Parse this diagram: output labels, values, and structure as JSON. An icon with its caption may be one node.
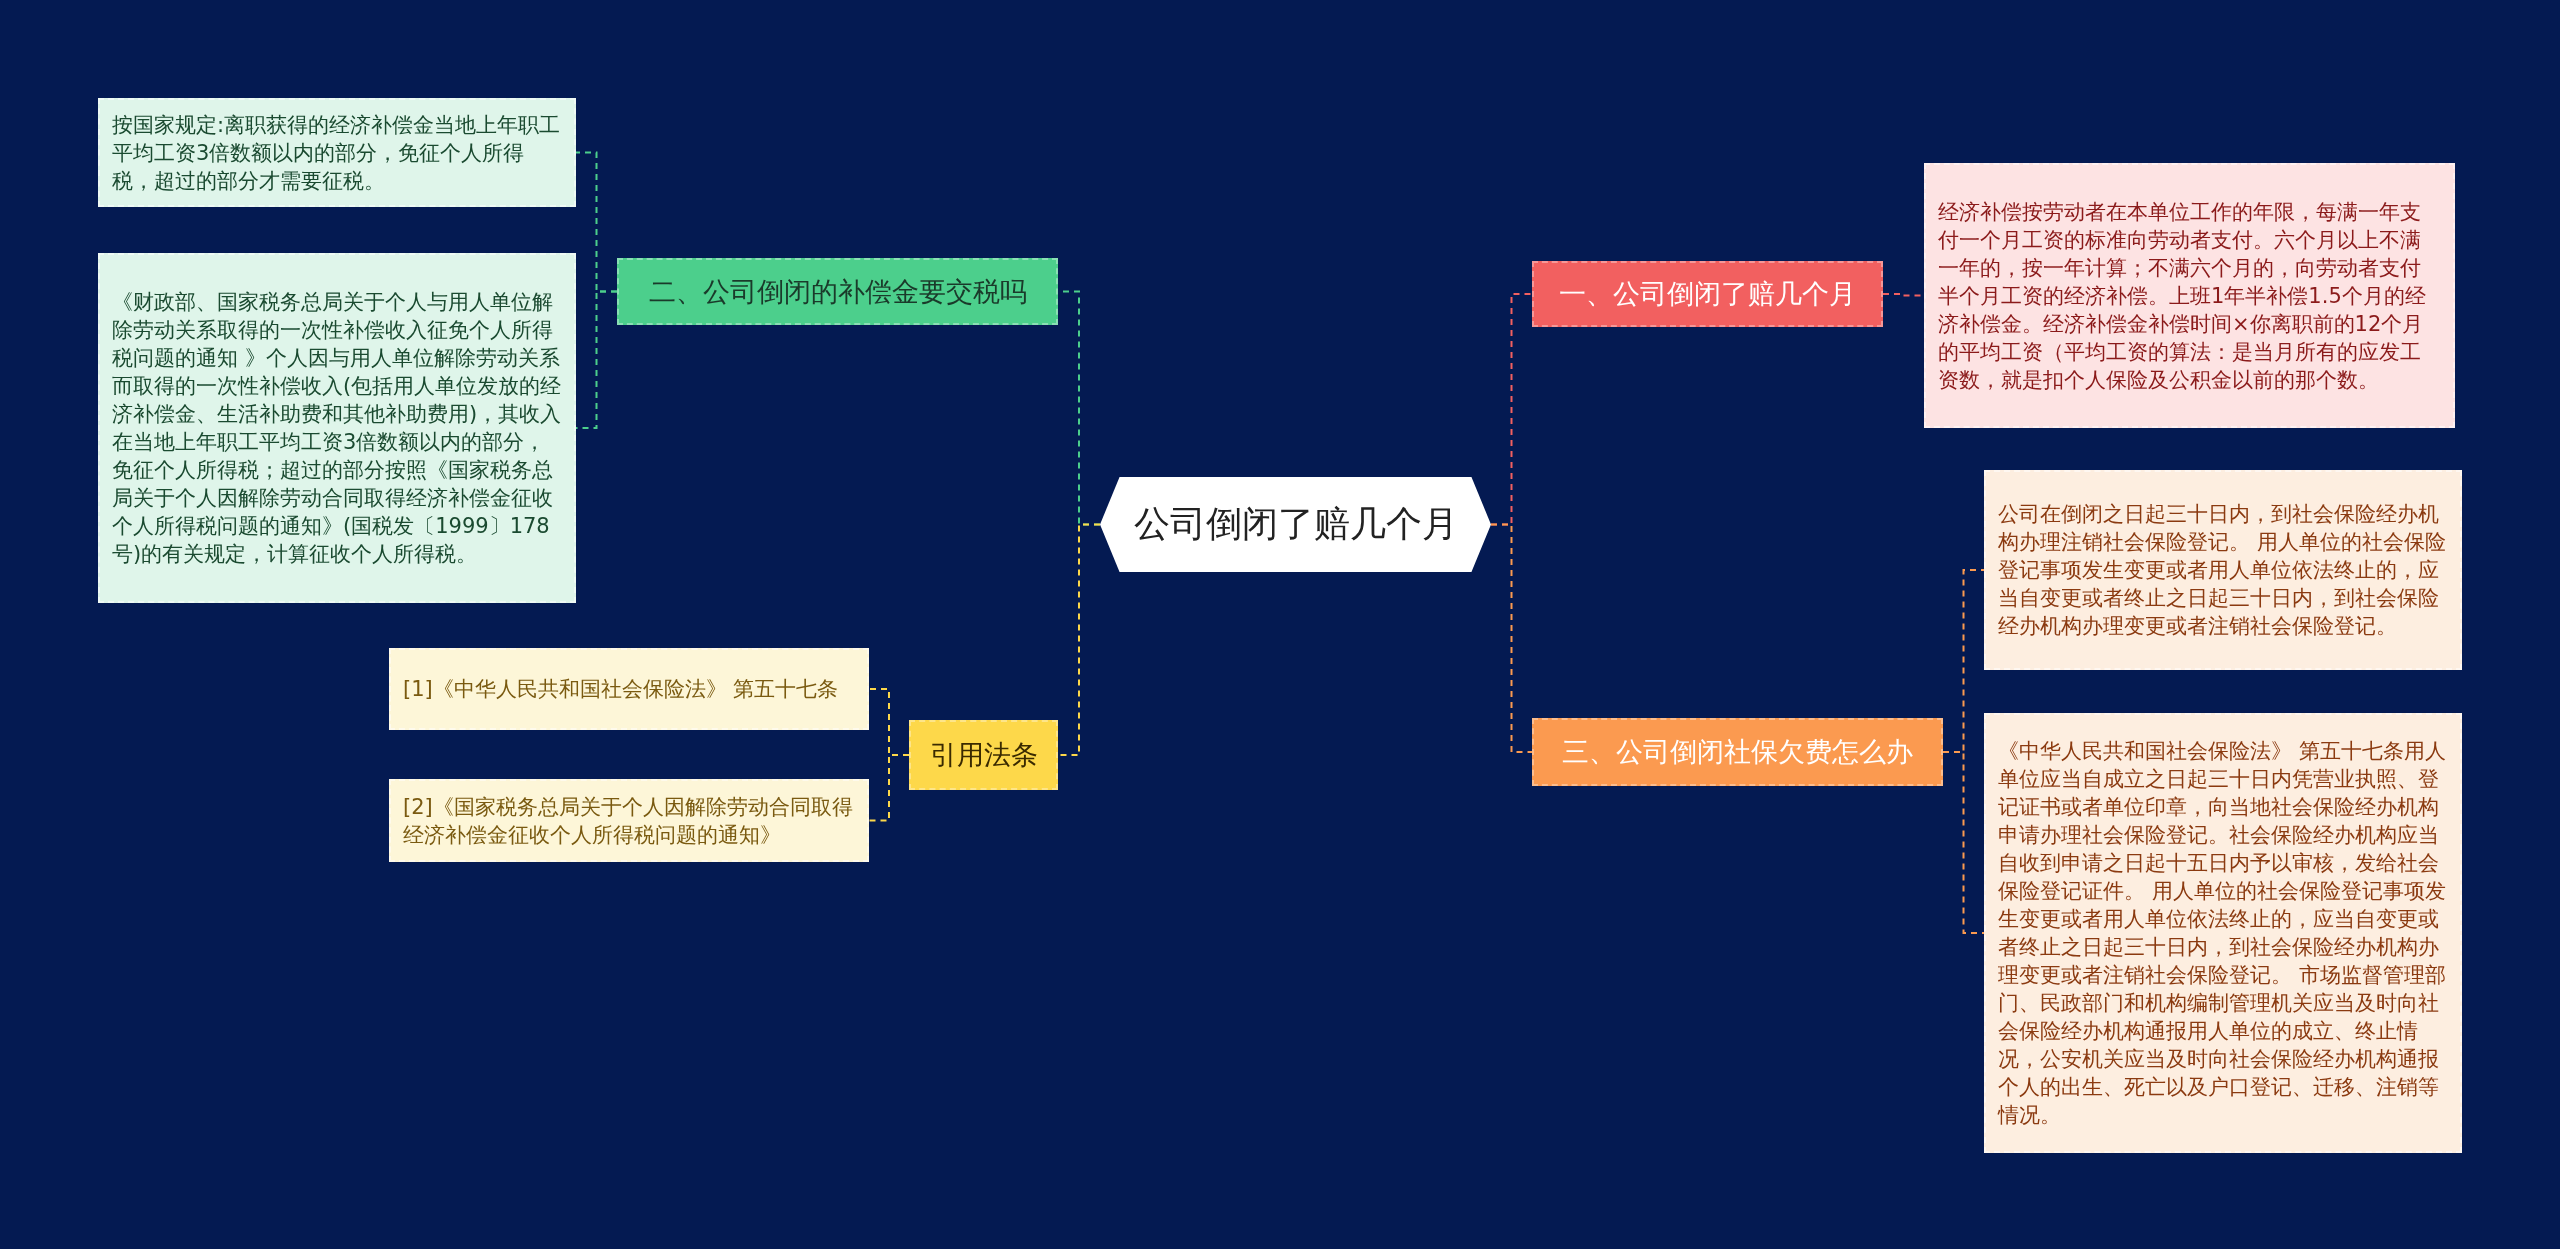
{
  "diagram": {
    "nodes": [
      {
        "text": [
          "公司倒闭了赔几个月"
        ]
      },
      {
        "text": [
          "一、公司倒闭了赔几个月"
        ]
      },
      {
        "text": [
          "经济补偿按劳动者在本单位工作的年限，每满一年支付一个月工资的标准向劳动者支付。六个月以上不满一年的，按一年计算；不满六个月的，向劳动者支付半个月工资的经济补偿。上班1年半补偿1.5个月的经济补偿金。经济补偿金补偿时间×你离职前的12个月的平均工资（平均工资的算法：是当月所有的应发工资数，就是扣个人保险及公积金以前的那个数。"
        ]
      },
      {
        "text": [
          "三、公司倒闭社保欠费怎么办"
        ]
      },
      {
        "text": [
          "公司在倒闭之日起三十日内，到社会保险经办机构办理注销社会保险登记。 用人单位的社会保险登记事项发生变更或者用人单位依法终止的，应当自变更或者终止之日起三十日内，到社会保险经办机构办理变更或者注销社会保险登记。"
        ]
      },
      {
        "text": [
          "《中华人民共和国社会保险法》 第五十七条用人单位应当自成立之日起三十日内凭营业执照、登记证书或者单位印章，向当地社会保险经办机构申请办理社会保险登记。社会保险经办机构应当自收到申请之日起十五日内予以审核，发给社会保险登记证件。 用人单位的社会保险登记事项发生变更或者用人单位依法终止的，应当自变更或者终止之日起三十日内，到社会保险经办机构办理变更或者注销社会保险登记。 市场监督管理部门、民政部门和机构编制管理机关应当及时向社会保险经办机构通报用人单位的成立、终止情况，公安机关应当及时向社会保险经办机构通报个人的出生、死亡以及户口登记、迁移、注销等情况。"
        ]
      },
      {
        "text": [
          "二、公司倒闭的补偿金要交税吗"
        ]
      },
      {
        "text": [
          "按国家规定:离职获得的经济补偿金当地上年职工平均工资3倍数额以内的部分，免征个人所得税，超过的部分才需要征税。"
        ]
      },
      {
        "text": [
          "《财政部、国家税务总局关于个人与用人单位解除劳动关系取得的一次性补偿收入征免个人所得税问题的通知 》个人因与用人单位解除劳动关系而取得的一次性补偿收入(包括用人单位发放的经济补偿金、生活补助费和其他补助费用)，其收入在当地上年职工平均工资3倍数额以内的部分，免征个人所得税；超过的部分按照《国家税务总局关于个人因解除劳动合同取得经济补偿金征收个人所得税问题的通知》(国税发〔1999〕178号)的有关规定，计算征收个人所得税。"
        ]
      },
      {
        "text": [
          "引用法条"
        ]
      },
      {
        "text": [
          "[1]《中华人民共和国社会保险法》 第五十七条"
        ]
      },
      {
        "text": [
          "[2]《国家税务总局关于个人因解除劳动合同取得经济补偿金征收个人所得税问题的通知》"
        ]
      }
    ],
    "edges": [
      {
        "from": 0,
        "to": 1,
        "arrow": "none",
        "style": "dashed",
        "color": "#f26060"
      },
      {
        "from": 0,
        "to": 3,
        "arrow": "none",
        "style": "dashed",
        "color": "#fb9a50"
      },
      {
        "from": 0,
        "to": 6,
        "arrow": "none",
        "style": "dashed",
        "color": "#4ccf8c"
      },
      {
        "from": 0,
        "to": 9,
        "arrow": "none",
        "style": "dashed",
        "color": "#fdd84a"
      },
      {
        "from": 1,
        "to": 2,
        "arrow": "none",
        "style": "dashed",
        "color": "#f26060"
      },
      {
        "from": 3,
        "to": 4,
        "arrow": "none",
        "style": "dashed",
        "color": "#fb9a50"
      },
      {
        "from": 3,
        "to": 5,
        "arrow": "none",
        "style": "dashed",
        "color": "#fb9a50"
      },
      {
        "from": 6,
        "to": 7,
        "arrow": "none",
        "style": "dashed",
        "color": "#4ccf8c"
      },
      {
        "from": 6,
        "to": 8,
        "arrow": "none",
        "style": "dashed",
        "color": "#4ccf8c"
      },
      {
        "from": 9,
        "to": 10,
        "arrow": "none",
        "style": "dashed",
        "color": "#fdd84a"
      },
      {
        "from": 9,
        "to": 11,
        "arrow": "none",
        "style": "dashed",
        "color": "#fdd84a"
      }
    ]
  }
}
